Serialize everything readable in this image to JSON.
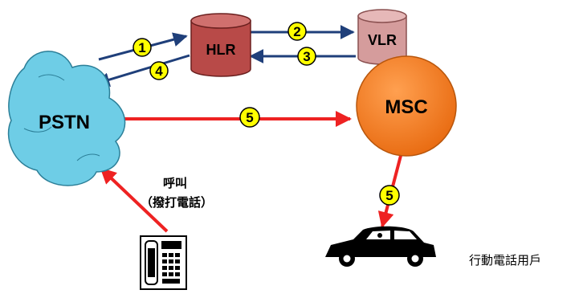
{
  "nodes": {
    "pstn": {
      "label": "PSTN",
      "color": "#6ecde6"
    },
    "hlr": {
      "label": "HLR",
      "color": "#b84a48"
    },
    "vlr": {
      "label": "VLR",
      "color": "#d59c9c"
    },
    "msc": {
      "label": "MSC",
      "color": "#f0781e"
    }
  },
  "steps": {
    "s1": "1",
    "s2": "2",
    "s3": "3",
    "s4": "4",
    "s5a": "5",
    "s5b": "5"
  },
  "caller": {
    "line1": "呼叫",
    "line2": "（撥打電話）"
  },
  "mobile_user": "行動電話用戶",
  "colors": {
    "signal_arrow": "#1f3f7a",
    "call_arrow": "#ee2222",
    "step_badge": "#ffff00"
  }
}
